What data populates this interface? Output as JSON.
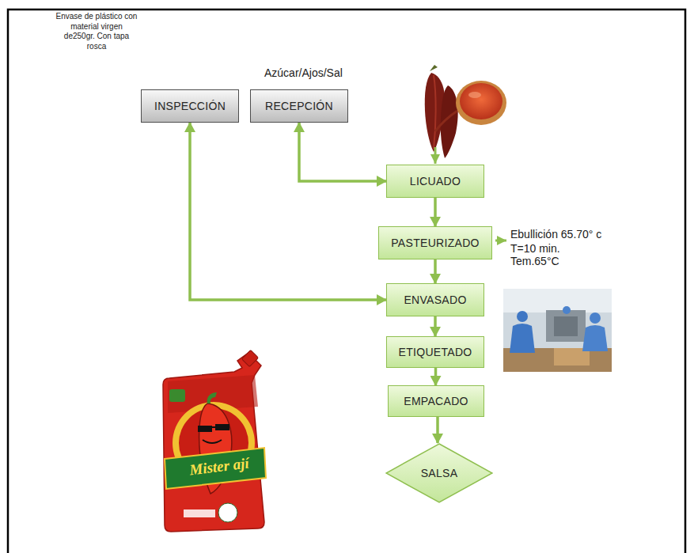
{
  "diagram": {
    "nodes": [
      {
        "text": [
          "INSPECCIÓN"
        ]
      },
      {
        "text": [
          "RECEPCIÓN"
        ]
      },
      {
        "text": [
          "LICUADO"
        ]
      },
      {
        "text": [
          "PASTEURIZADO"
        ]
      },
      {
        "text": [
          "ENVASADO"
        ]
      },
      {
        "text": [
          "ETIQUETADO"
        ]
      },
      {
        "text": [
          "EMPACADO"
        ]
      },
      {
        "text": [
          "SALSA"
        ]
      }
    ],
    "edges": [
      {
        "from": 2,
        "to": 1,
        "arrow": "both"
      },
      {
        "from": 4,
        "to": 0,
        "arrow": "both"
      },
      {
        "from": 2,
        "to": 3,
        "arrow": "to"
      },
      {
        "from": 3,
        "to": 4,
        "arrow": "to"
      },
      {
        "from": 4,
        "to": 5,
        "arrow": "to"
      },
      {
        "from": 5,
        "to": 6,
        "arrow": "to"
      },
      {
        "from": 6,
        "to": 7,
        "arrow": "to"
      }
    ],
    "labels": [
      "Envase de plástico con material virgen de250gr. Con tapa rosca",
      "Azúcar/Ajos/Sal",
      "Ebullición 65.70° c",
      "T=10 min.",
      "Tem.65°C",
      "Mister ají"
    ]
  }
}
